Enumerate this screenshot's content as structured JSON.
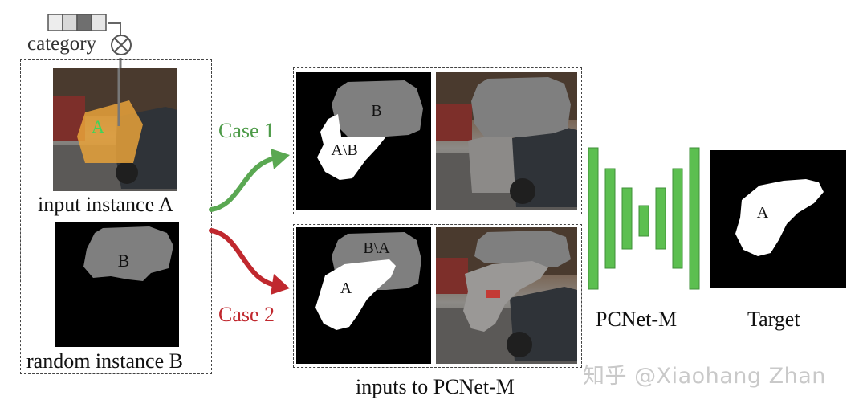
{
  "category_label": "category",
  "input_instance_label": "input instance A",
  "random_instance_label": "random instance B",
  "instance_a_letter": "A",
  "instance_b_letter": "B",
  "case1_label": "Case 1",
  "case2_label": "Case 2",
  "case1_mask_b": "B",
  "case1_mask_diff": "A\\B",
  "case2_mask_diff": "B\\A",
  "case2_mask_a": "A",
  "inputs_label": "inputs to PCNet-M",
  "network_label": "PCNet-M",
  "target_label": "Target",
  "target_letter": "A",
  "watermark": "知乎 @Xiaohang Zhan",
  "colors": {
    "case1_arrow": "#5aa852",
    "case2_arrow": "#c0282e",
    "network_bars": "#5cbf50",
    "instance_a_overlay": "#e8a23a",
    "instance_a_letter": "#3fd45a",
    "mask_gray": "#7f7f7f",
    "mask_white": "#ffffff"
  }
}
